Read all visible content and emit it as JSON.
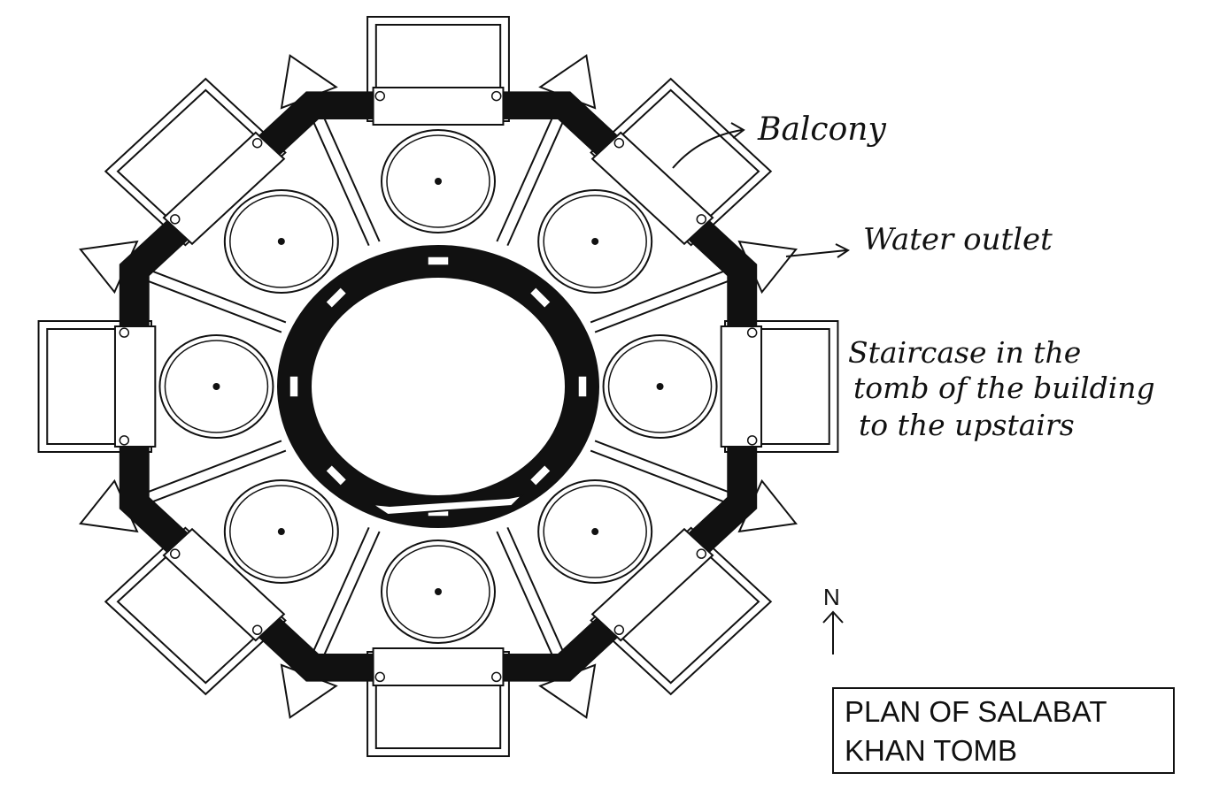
{
  "annotations": {
    "balcony": "Balcony",
    "water_outlet": "Water outlet",
    "staircase_line1": "Staircase in the",
    "staircase_line2": "tomb of the building",
    "staircase_line3": "to the upstairs"
  },
  "north_marker": "N",
  "title_box": {
    "line1": "PLAN OF SALABAT",
    "line2": "KHAN TOMB"
  },
  "colors": {
    "ink": "#111111",
    "paper": "#ffffff"
  }
}
